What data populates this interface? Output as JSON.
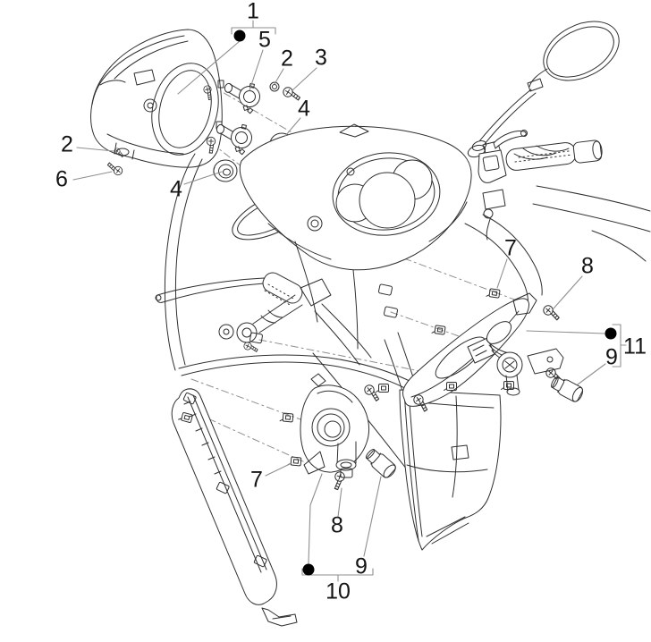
{
  "diagram": {
    "figure_type": "exploded-parts-diagram",
    "colors": {
      "background": "#ffffff",
      "artwork_line": "#2f2f2f",
      "leader_line": "#8f8f8f",
      "callout_text": "#141414",
      "marker_dot": "#000000"
    },
    "callouts": [
      {
        "label": "1",
        "part": "headlight-assembly"
      },
      {
        "label": "5",
        "part": "bulb-holder"
      },
      {
        "label": "2",
        "part": "nut"
      },
      {
        "label": "3",
        "part": "screw"
      },
      {
        "label": "4",
        "part": "grommet"
      },
      {
        "label": "2",
        "part": "nut"
      },
      {
        "label": "6",
        "part": "screw"
      },
      {
        "label": "4",
        "part": "grommet"
      },
      {
        "label": "7",
        "part": "clip"
      },
      {
        "label": "8",
        "part": "screw"
      },
      {
        "label": "9",
        "part": "bulb"
      },
      {
        "label": "11",
        "part": "turn-signal-assembly-right"
      },
      {
        "label": "7",
        "part": "clip"
      },
      {
        "label": "8",
        "part": "screw"
      },
      {
        "label": "9",
        "part": "bulb"
      },
      {
        "label": "10",
        "part": "turn-signal-assembly-front"
      }
    ]
  }
}
